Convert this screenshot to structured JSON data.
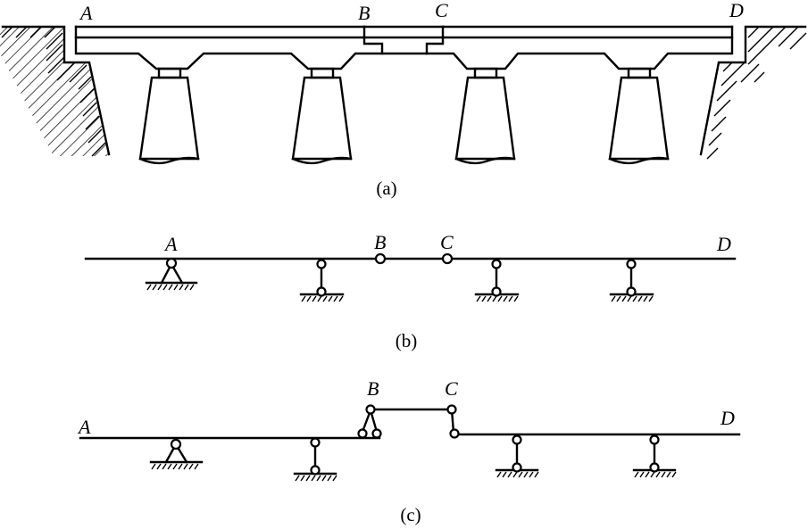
{
  "figure": {
    "panels": [
      {
        "id": "a",
        "caption": "(a)",
        "description": "Bridge elevation: continuous girders on four piers with a suspended span between B and C, abutments at A and D",
        "labels": {
          "A": "A",
          "B": "B",
          "C": "C",
          "D": "D"
        },
        "pier_count": 4
      },
      {
        "id": "b",
        "caption": "(b)",
        "description": "Structural model: continuous beam A–D with hinges at B and C, pinned support at A and link supports",
        "labels": {
          "A": "A",
          "B": "B",
          "C": "C",
          "D": "D"
        },
        "supports": [
          "pin",
          "link",
          "link",
          "link"
        ],
        "hinges": [
          "B",
          "C"
        ]
      },
      {
        "id": "c",
        "caption": "(c)",
        "description": "Hierarchy diagram: suspended span BC resting on the cantilever girders AB and CD",
        "labels": {
          "A": "A",
          "B": "B",
          "C": "C",
          "D": "D"
        },
        "supports": [
          "pin",
          "link",
          "pin-on-beam",
          "link-on-beam",
          "link",
          "link"
        ]
      }
    ]
  }
}
